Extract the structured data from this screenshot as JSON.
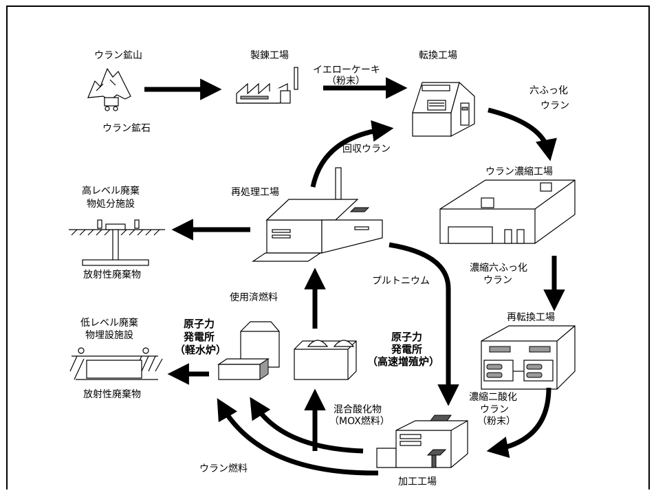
{
  "labels": {
    "uranium_mine": "ウラン鉱山",
    "uranium_ore": "ウラン鉱石",
    "refinery": "製錬工場",
    "yellowcake_1": "イエローケーキ",
    "yellowcake_2": "（粉末）",
    "conversion": "転換工場",
    "uf6_1": "六ふっ化",
    "uf6_2": "ウラン",
    "enrichment": "ウラン濃縮工場",
    "enriched_uf6_1": "濃縮六ふっ化",
    "enriched_uf6_2": "ウラン",
    "reconversion": "再転換工場",
    "enriched_uo2_1": "濃縮二酸化",
    "enriched_uo2_2": "ウラン",
    "enriched_uo2_3": "（粉末）",
    "fabrication": "加工工場",
    "uranium_fuel": "ウラン燃料",
    "mox_1": "混合酸化物",
    "mox_2": "（MOX燃料）",
    "lwr_1": "原子力",
    "lwr_2": "発電所",
    "lwr_3": "（軽水炉）",
    "fbr_1": "原子力",
    "fbr_2": "発電所",
    "fbr_3": "（高速増殖炉）",
    "spent_fuel": "使用済燃料",
    "reprocessing": "再処理工場",
    "recovered_uranium": "回収ウラン",
    "plutonium": "プルトニウム",
    "hlw_1": "高レベル廃棄",
    "hlw_2": "物処分施設",
    "hlw_waste": "放射性廃棄物",
    "llw_1": "低レベル廃棄",
    "llw_2": "物埋設施設",
    "llw_waste": "放射性廃棄物"
  },
  "colors": {
    "line": "#000000",
    "fill": "#ffffff",
    "shade": "#999999"
  }
}
